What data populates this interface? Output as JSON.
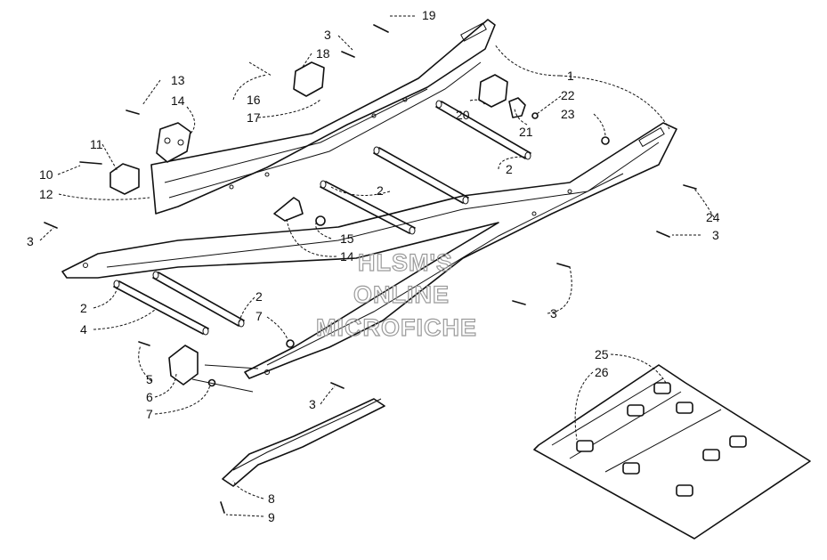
{
  "watermark": {
    "line1": "HLSM'S",
    "line2": "ONLINE",
    "line3": "MICROFICHE"
  },
  "callouts": {
    "c1": "1",
    "c2a": "2",
    "c2b": "2",
    "c2c": "2",
    "c2d": "2",
    "c3a": "3",
    "c3b": "3",
    "c3c": "3",
    "c3d": "3",
    "c3e": "3",
    "c4": "4",
    "c5": "5",
    "c6": "6",
    "c7a": "7",
    "c7b": "7",
    "c8": "8",
    "c9": "9",
    "c10": "10",
    "c11": "11",
    "c12": "12",
    "c13": "13",
    "c14a": "14",
    "c14b": "14",
    "c15": "15",
    "c16": "16",
    "c17": "17",
    "c18": "18",
    "c19": "19",
    "c20": "20",
    "c21": "21",
    "c22": "22",
    "c23": "23",
    "c24": "24",
    "c25": "25",
    "c26": "26"
  }
}
